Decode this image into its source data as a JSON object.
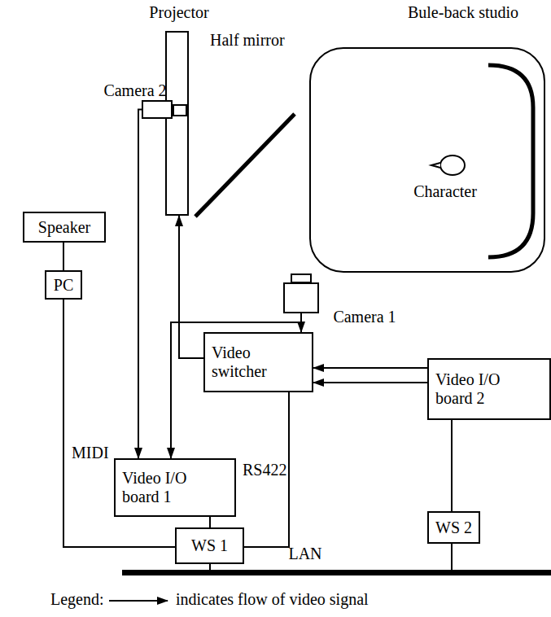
{
  "diagram": {
    "nodes": [
      {
        "text": [
          "Projector"
        ]
      },
      {
        "text": [
          "Bule-back studio"
        ]
      },
      {
        "text": [
          "Character"
        ],
        "in": 1
      },
      {
        "text": [
          "Camera 2"
        ]
      },
      {
        "text": [
          "Speaker"
        ]
      },
      {
        "text": [
          "Camera 1"
        ]
      },
      {
        "text": [
          "PC"
        ]
      },
      {
        "text": [
          "Video switcher"
        ]
      },
      {
        "text": [
          "Video I/O board 2"
        ]
      },
      {
        "text": [
          "Video I/O board 1"
        ]
      },
      {
        "text": [
          "WS 1"
        ]
      },
      {
        "text": [
          "WS 2"
        ]
      },
      {
        "text": [
          "LAN"
        ]
      }
    ],
    "edges": [
      {
        "from": 3,
        "to": 9,
        "arrow": "to"
      },
      {
        "from": 5,
        "to": 7,
        "arrow": "to"
      },
      {
        "from": 5,
        "to": 9,
        "arrow": "to"
      },
      {
        "from": 7,
        "to": 0,
        "arrow": "to"
      },
      {
        "from": 8,
        "to": 7,
        "arrow": "to"
      },
      {
        "from": 8,
        "to": 7,
        "arrow": "to"
      },
      {
        "from": 8,
        "to": 11,
        "arrow": "none"
      },
      {
        "from": 9,
        "to": 10,
        "arrow": "none"
      },
      {
        "from": 4,
        "to": 6,
        "arrow": "none"
      },
      {
        "from": 6,
        "to": 10,
        "label": "MIDI",
        "arrow": "none"
      },
      {
        "from": 7,
        "to": 10,
        "label": "RS422",
        "arrow": "none"
      },
      {
        "from": 10,
        "to": 12,
        "arrow": "none"
      },
      {
        "from": 11,
        "to": 12,
        "arrow": "none"
      }
    ],
    "labels": [
      "Half mirror",
      "Legend:"
    ],
    "legend": [
      {
        "text": "indicates flow of video signal"
      }
    ]
  }
}
